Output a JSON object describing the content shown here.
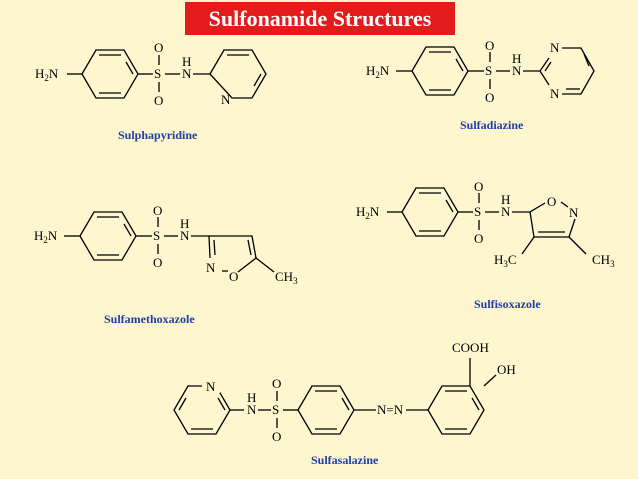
{
  "title": "Sulfonamide Structures",
  "colors": {
    "background": "#fdf6cf",
    "banner": "#e31b1b",
    "name_text": "#1f3fa8"
  },
  "compounds": {
    "sulphapyridine": {
      "name": "Sulphapyridine",
      "h2n": "H",
      "h2n_sub": "2",
      "h2n_n": "N",
      "s": "S",
      "o_top": "O",
      "o_bot": "O",
      "nh_h": "H",
      "nh_n": "N",
      "ring_n": "N"
    },
    "sulfadiazine": {
      "name": "Sulfadiazine",
      "h2n": "H",
      "h2n_sub": "2",
      "h2n_n": "N",
      "s": "S",
      "o_top": "O",
      "o_bot": "O",
      "nh_h": "H",
      "nh_n": "N",
      "ring_n1": "N",
      "ring_n2": "N"
    },
    "sulfamethoxazole": {
      "name": "Sulfamethoxazole",
      "h2n": "H",
      "h2n_sub": "2",
      "h2n_n": "N",
      "s": "S",
      "o_top": "O",
      "o_bot": "O",
      "nh_h": "H",
      "nh_n": "N",
      "ring_n": "N",
      "ring_o": "O",
      "ch3": "CH",
      "ch3_sub": "3"
    },
    "sulfisoxazole": {
      "name": "Sulfisoxazole",
      "h2n": "H",
      "h2n_sub": "2",
      "h2n_n": "N",
      "s": "S",
      "o_top": "O",
      "o_bot": "O",
      "nh_h": "H",
      "nh_n": "N",
      "ring_o": "O",
      "ring_n": "N",
      "h3c": "H",
      "h3c_sub": "3",
      "h3c_c": "C",
      "ch3": "CH",
      "ch3_sub": "3"
    },
    "sulfasalazine": {
      "name": "Sulfasalazine",
      "ring_n": "N",
      "nh_h": "H",
      "nh_n": "N",
      "s": "S",
      "o_top": "O",
      "o_bot": "O",
      "azo": "N=N",
      "cooh": "COOH",
      "oh": "OH"
    }
  }
}
